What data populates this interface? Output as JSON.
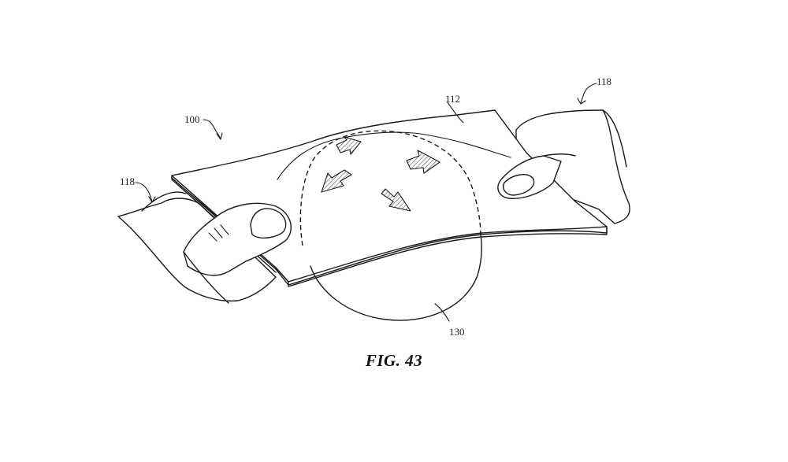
{
  "labels": {
    "device": "100",
    "sheet": "112",
    "hand_left": "118",
    "hand_right": "118",
    "region": "130"
  },
  "caption": "FIG. 43"
}
